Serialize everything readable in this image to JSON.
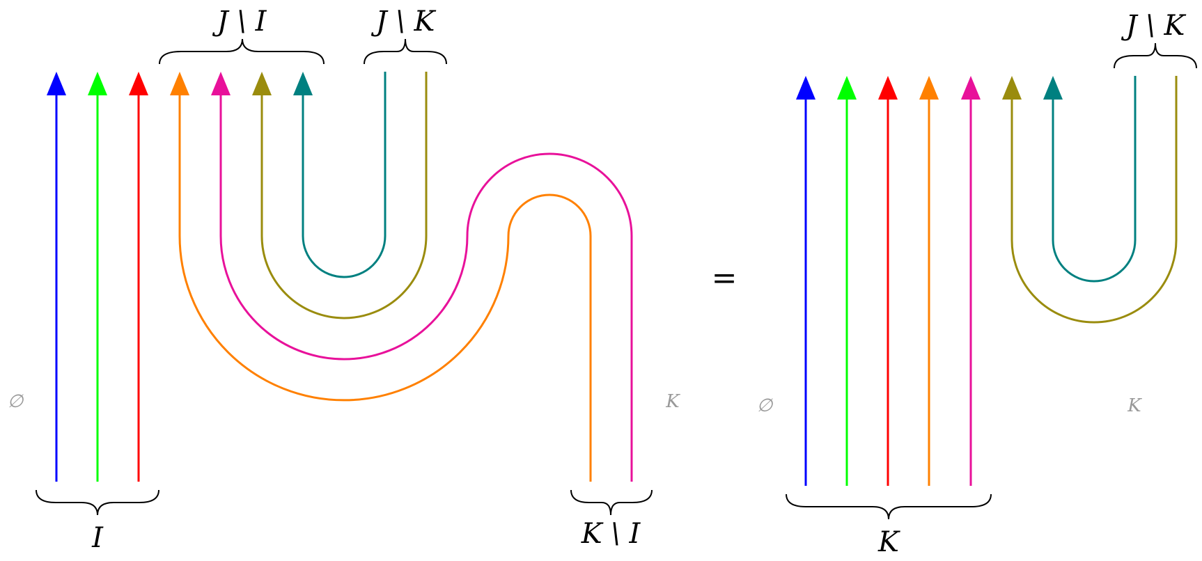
{
  "colors": {
    "blue": "#0000ff",
    "green": "#00ff00",
    "red": "#ff0000",
    "orange": "#ff8000",
    "magenta": "#e8119a",
    "olive": "#9a8c0e",
    "teal": "#008080"
  },
  "labels": {
    "left_top_JI": "J \\ I",
    "left_top_JK": "J \\ K",
    "left_bottom_I": "I",
    "left_bottom_KI": "K \\ I",
    "left_region_left": "∅",
    "left_region_right": "K",
    "equals": "=",
    "right_top_JK": "J \\ K",
    "right_bottom_K": "K",
    "right_region_left": "∅",
    "right_region_right": "K"
  }
}
